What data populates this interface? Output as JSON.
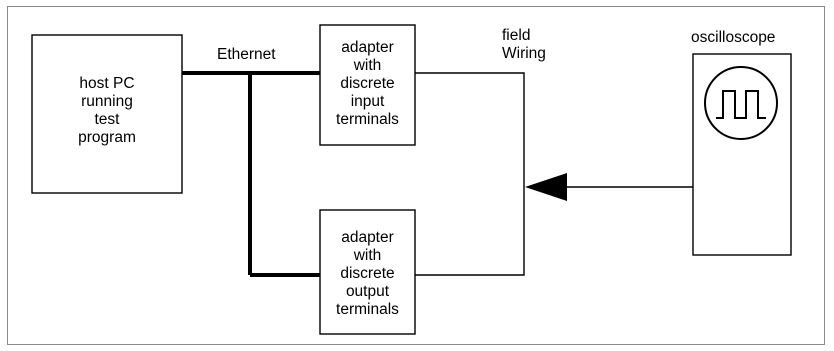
{
  "diagram": {
    "host_pc": {
      "lines": [
        "host PC",
        "running",
        "test",
        "program"
      ]
    },
    "ethernet_label": "Ethernet",
    "input_adapter": {
      "lines": [
        "adapter",
        "with",
        "discrete",
        "input",
        "terminals"
      ]
    },
    "output_adapter": {
      "lines": [
        "adapter",
        "with",
        "discrete",
        "output",
        "terminals"
      ]
    },
    "field_wiring_label": [
      "field",
      "Wiring"
    ],
    "oscilloscope_label": "oscilloscope",
    "oscilloscope_icon": "square-wave-icon"
  }
}
